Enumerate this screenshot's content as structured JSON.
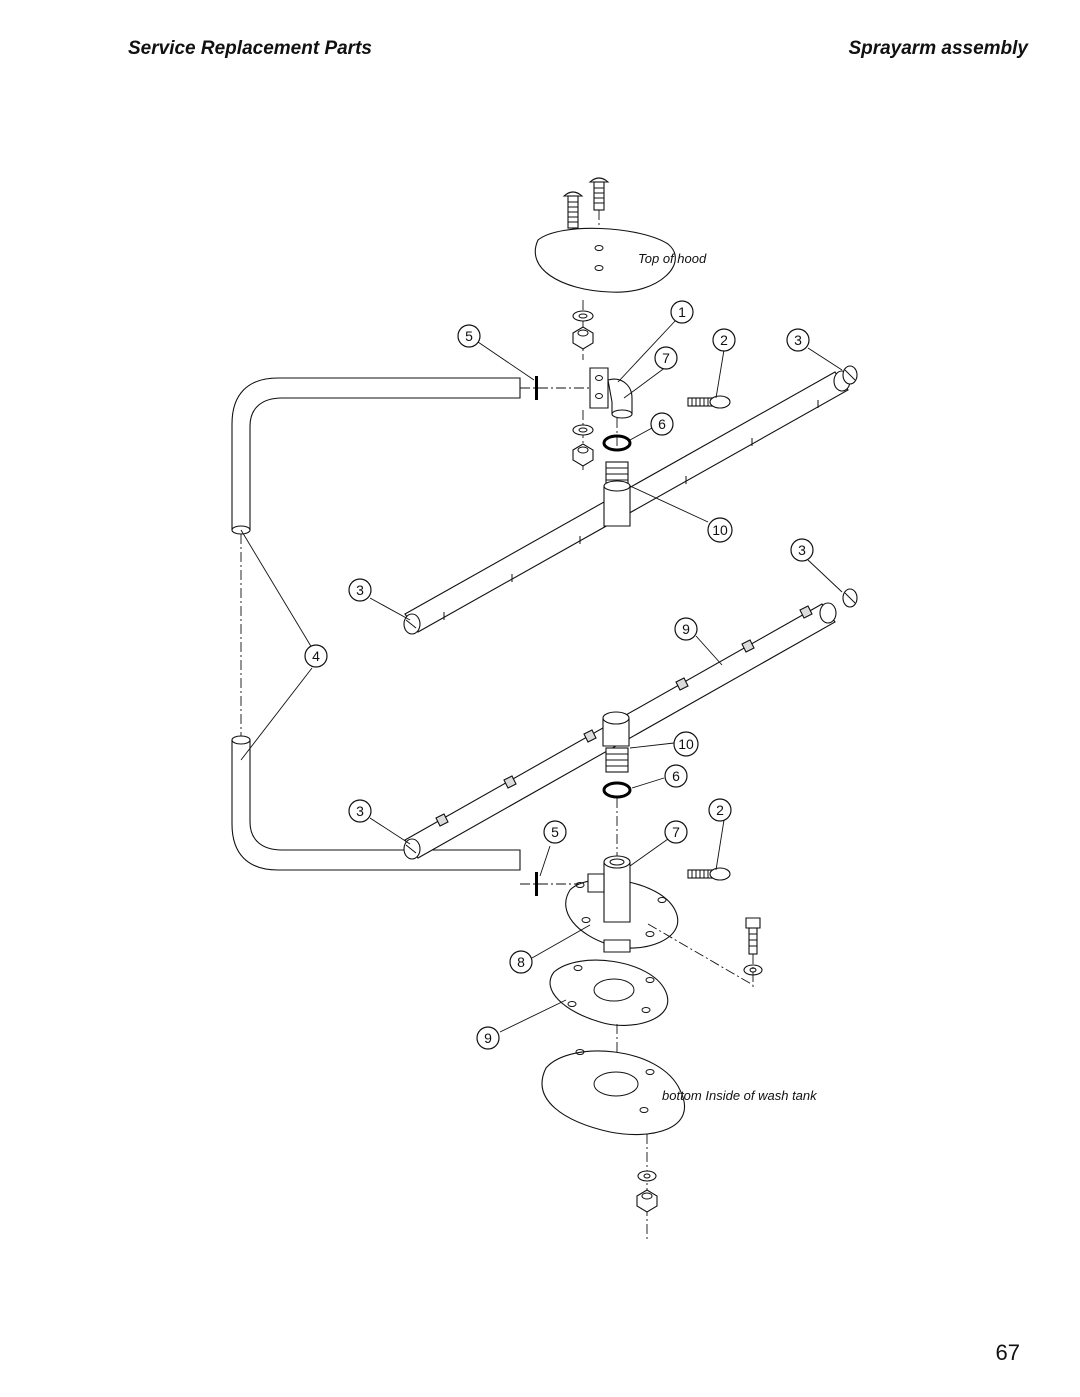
{
  "header": {
    "left_title": "Service Replacement Parts",
    "right_title": "Sprayarm assembly"
  },
  "diagram": {
    "notes": {
      "top_of_hood": "Top of hood",
      "bottom_inside": "bottom Inside of wash tank"
    },
    "callouts": [
      "1",
      "2",
      "3",
      "4",
      "5",
      "6",
      "7",
      "8",
      "9",
      "10"
    ]
  },
  "footer": {
    "page_number": "67"
  }
}
